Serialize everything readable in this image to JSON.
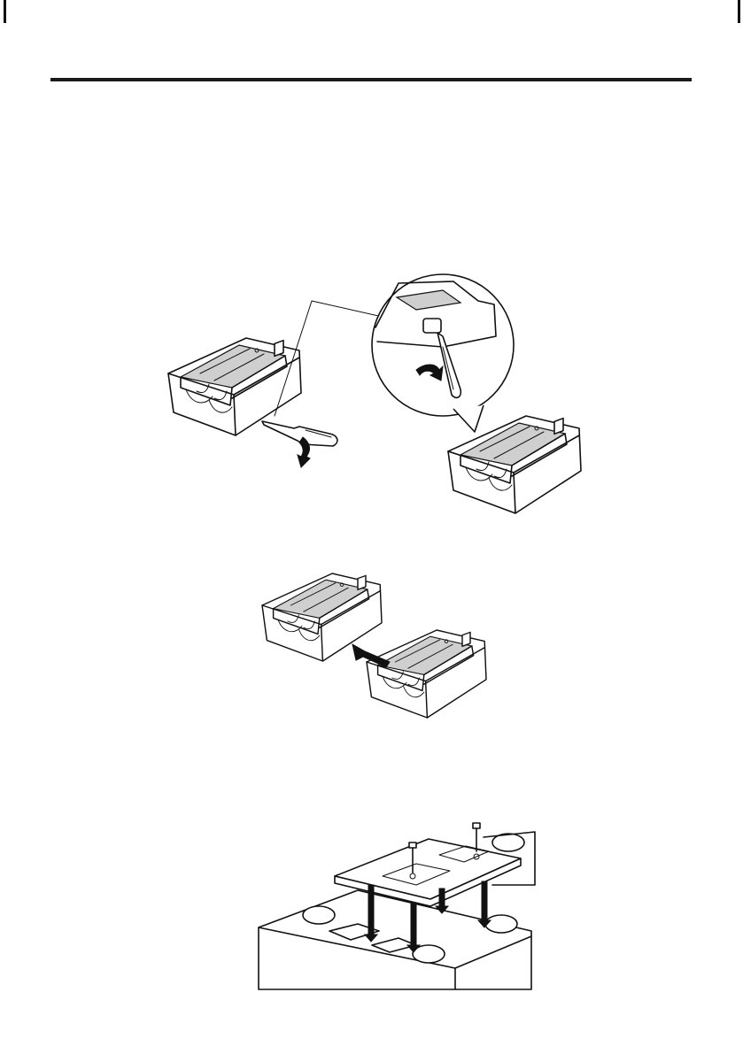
{
  "page": {
    "figures": [
      {
        "id": "fig-remove-cover",
        "icon": "screwdriver-remove-cover"
      },
      {
        "id": "fig-connect-chargers",
        "icon": "connect-chargers"
      },
      {
        "id": "fig-mounting-plate",
        "icon": "mounting-plate-screws"
      }
    ],
    "colors": {
      "line": "#111111",
      "background": "#ffffff"
    }
  }
}
